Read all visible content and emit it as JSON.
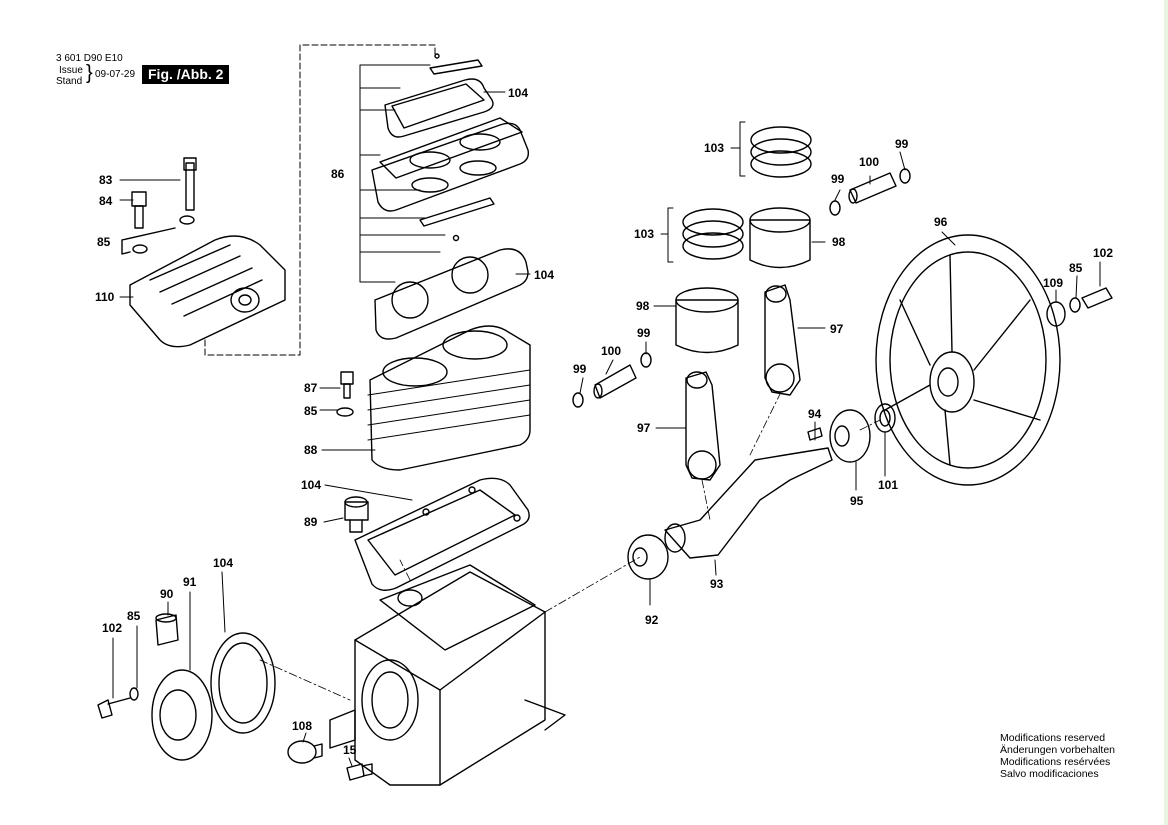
{
  "header": {
    "doc_number": "3 601 D90 E10",
    "issue_label": "Issue",
    "stand_label": "Stand",
    "date": "09-07-29",
    "figure_tag": "Fig. /Abb. 2"
  },
  "footer": {
    "notes": [
      "Modifications reserved",
      "Änderungen vorbehalten",
      "Modifications resérvées",
      "Salvo modificaciones"
    ]
  },
  "callouts": {
    "c15": "15",
    "c83": "83",
    "c84": "84",
    "c85a": "85",
    "c85b": "85",
    "c85c": "85",
    "c85d": "85",
    "c86": "86",
    "c87": "87",
    "c88": "88",
    "c89": "89",
    "c90": "90",
    "c91": "91",
    "c92": "92",
    "c93": "93",
    "c94": "94",
    "c95": "95",
    "c96": "96",
    "c97a": "97",
    "c97b": "97",
    "c98a": "98",
    "c98b": "98",
    "c99a": "99",
    "c99b": "99",
    "c99c": "99",
    "c99d": "99",
    "c100a": "100",
    "c100b": "100",
    "c101": "101",
    "c102a": "102",
    "c102b": "102",
    "c103a": "103",
    "c103b": "103",
    "c104a": "104",
    "c104b": "104",
    "c104c": "104",
    "c104d": "104",
    "c108": "108",
    "c109": "109",
    "c110": "110"
  }
}
